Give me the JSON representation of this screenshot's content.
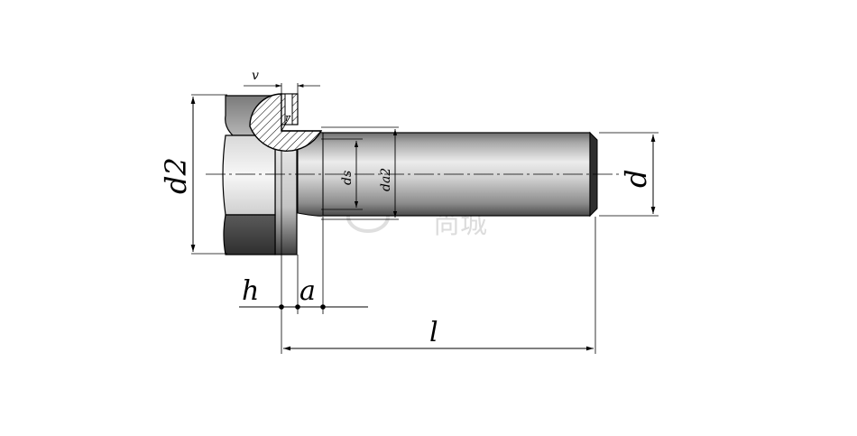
{
  "labels": {
    "d2": "d2",
    "v": "v",
    "r": "r",
    "ds": "ds",
    "da2": "da2",
    "d": "d",
    "h": "h",
    "a": "a",
    "l": "l"
  },
  "watermark": {
    "text": "尚城"
  },
  "colors": {
    "line": "#000000",
    "steel_dark": "#5a5a5a",
    "steel_light": "#e6e6e6",
    "hatch": "#000000",
    "watermark": "#d9d9d9"
  }
}
